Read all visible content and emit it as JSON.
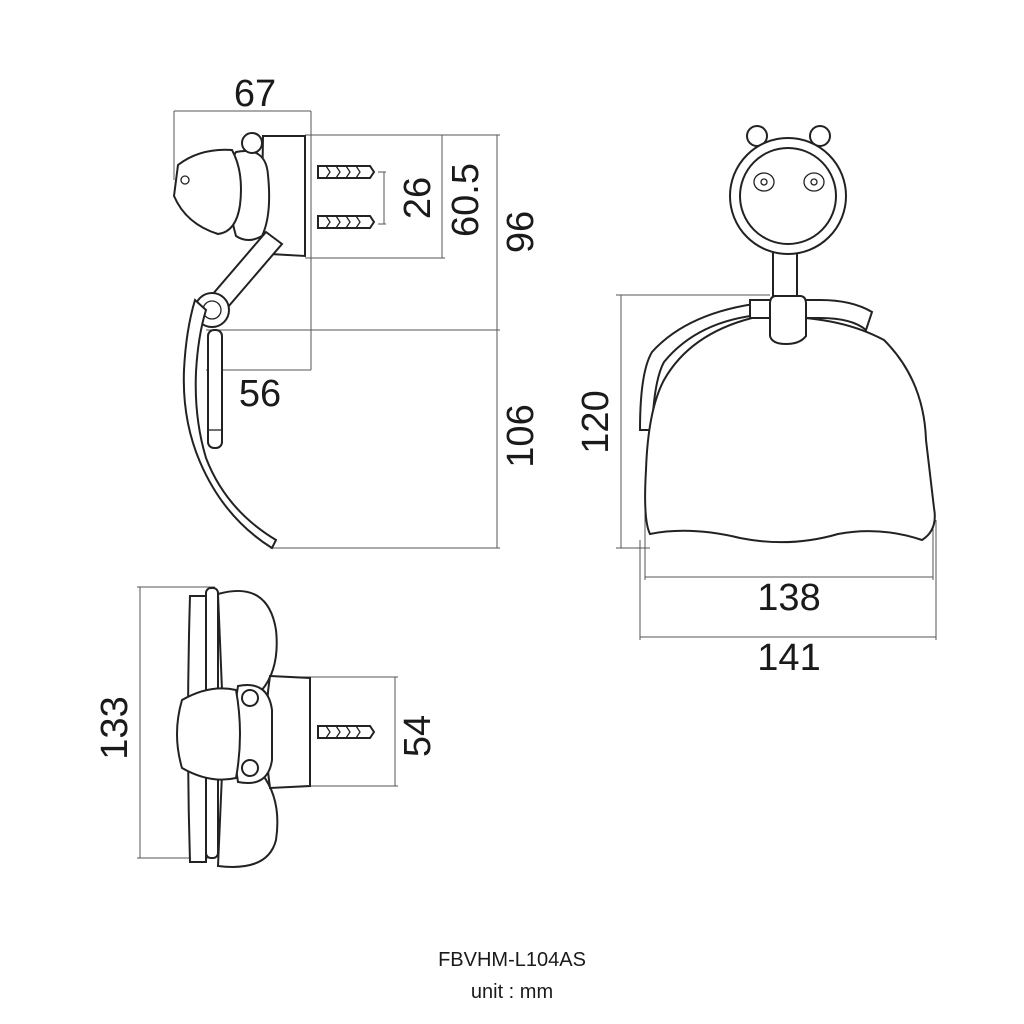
{
  "drawing": {
    "model": "FBVHM-L104AS",
    "unit_note": "unit : mm",
    "side_view": {
      "depth_total": "67",
      "anchor_spacing": "26",
      "plate_height": "60.5",
      "top_to_arm_height": "96",
      "arm_depth": "56",
      "cover_height": "106"
    },
    "front_view": {
      "overall_height": "120",
      "cover_width": "138",
      "overall_width": "141"
    },
    "top_view": {
      "overall_length": "133",
      "plate_depth": "54"
    }
  }
}
